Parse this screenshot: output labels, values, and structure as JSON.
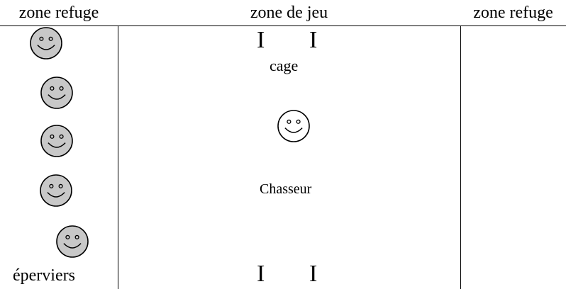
{
  "headers": {
    "left": "zone refuge",
    "middle": "zone de jeu",
    "right": "zone refuge"
  },
  "labels": {
    "cage": "cage",
    "chasseur": "Chasseur",
    "eperviers": "éperviers",
    "goal_mark": "I"
  },
  "faces": {
    "eperviers_count": 5,
    "chasseur_count": 1,
    "eperviers_fill": "#c8c8c8",
    "chasseur_fill": "#ffffff",
    "stroke": "#000000"
  }
}
